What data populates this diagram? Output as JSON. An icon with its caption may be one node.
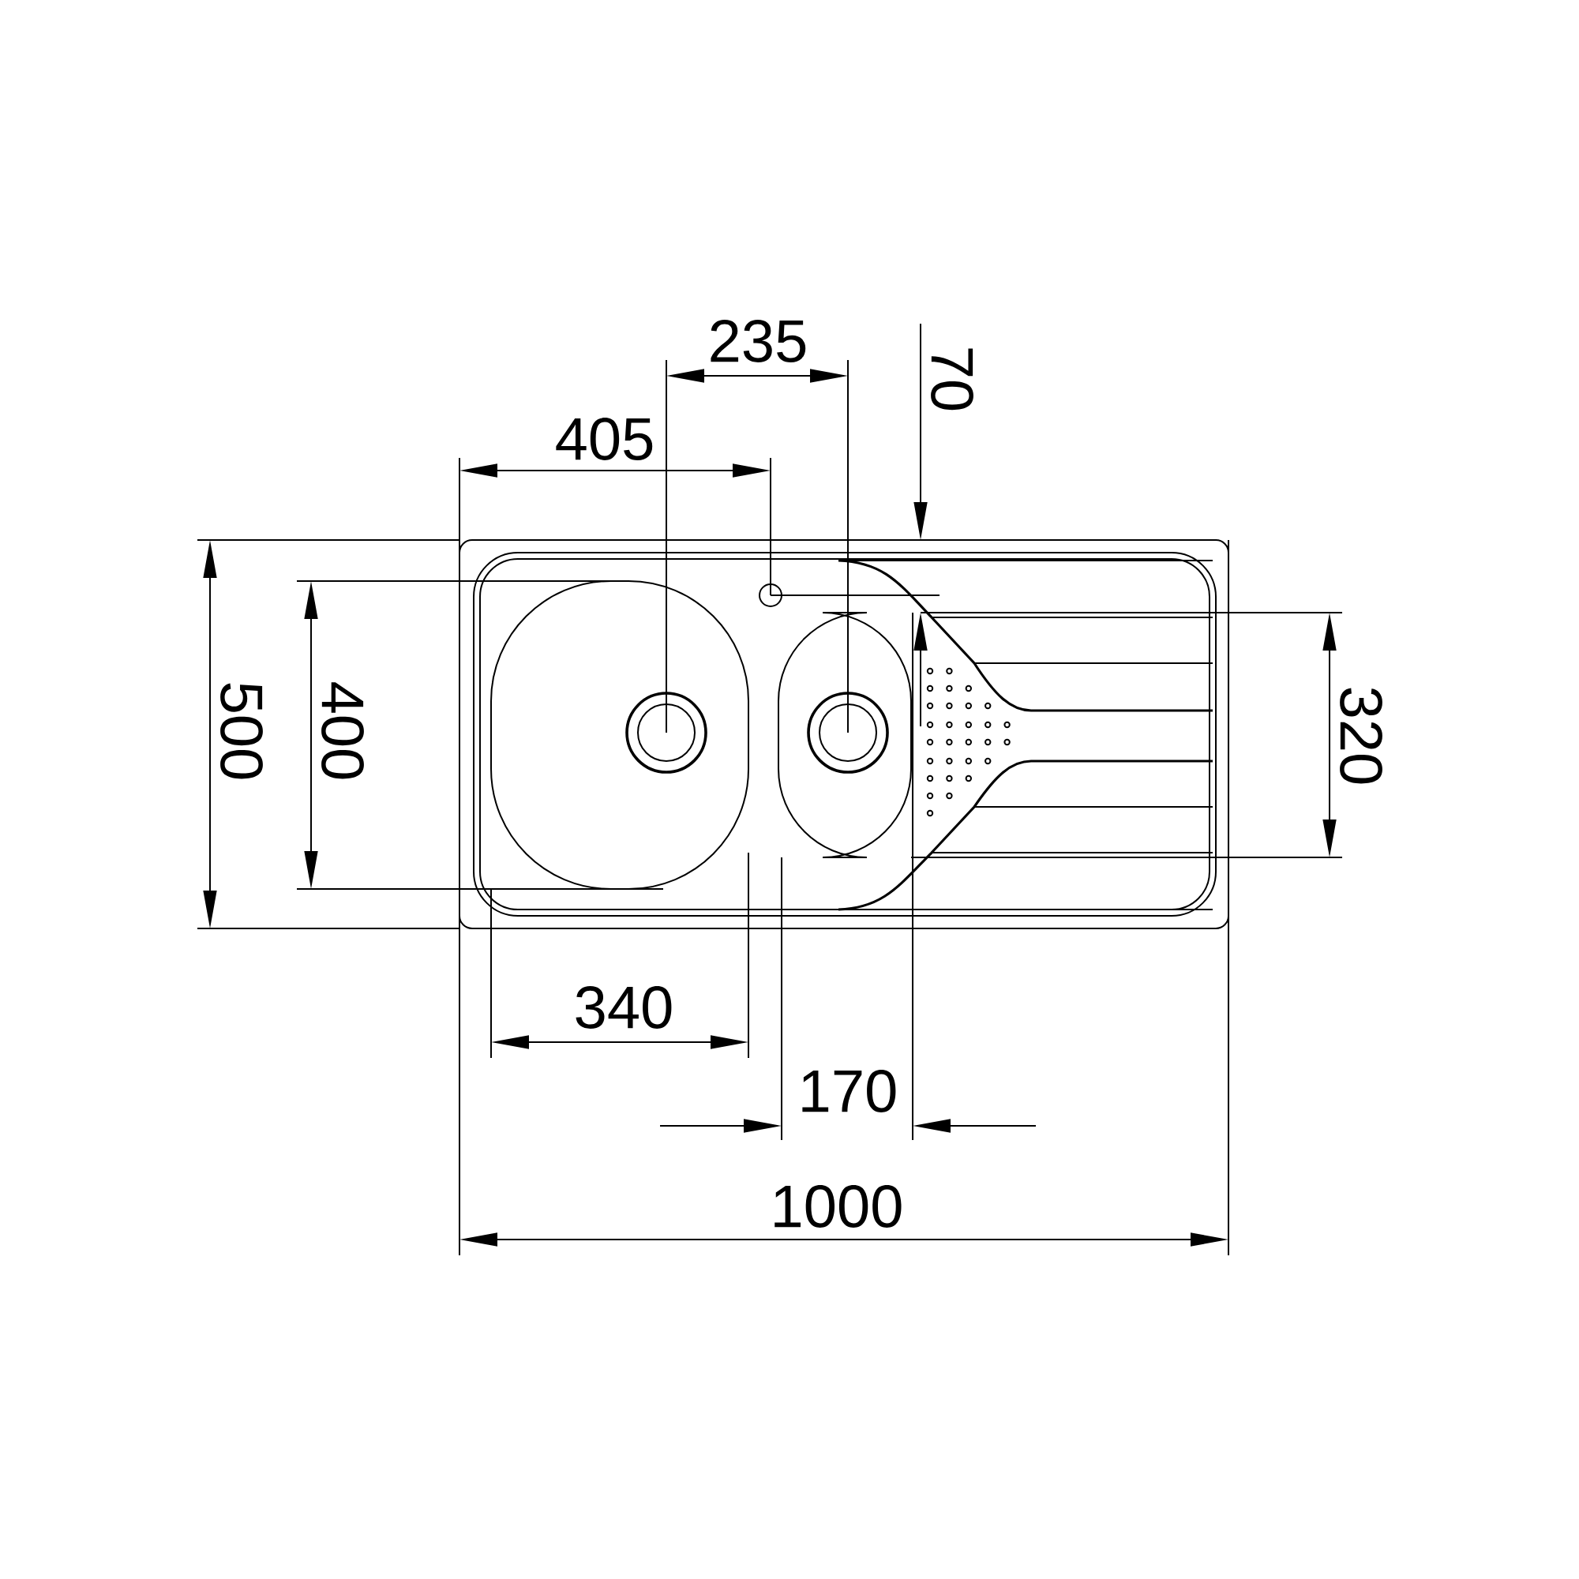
{
  "diagram": {
    "labels": [
      "235",
      "70",
      "405",
      "500",
      "400",
      "320",
      "340",
      "170",
      "1000"
    ]
  }
}
